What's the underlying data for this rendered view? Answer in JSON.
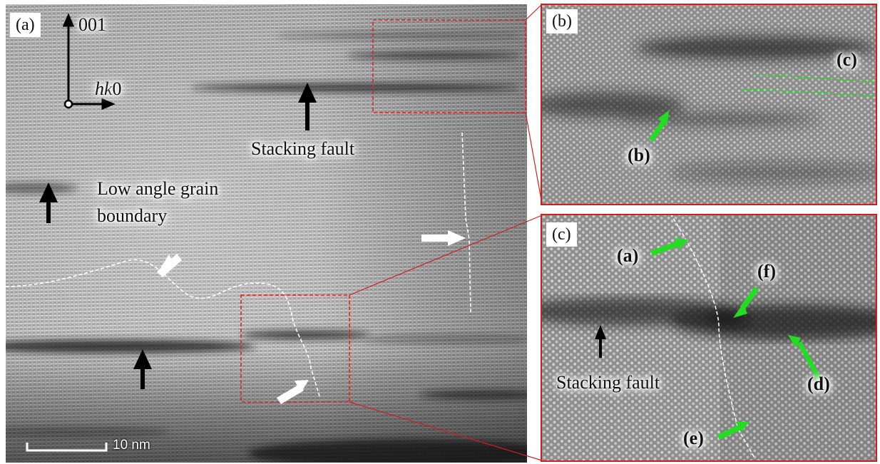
{
  "panels": {
    "a": {
      "tag": "(a)",
      "axis_vertical_label": "001",
      "axis_horizontal_label_italic": "hk",
      "axis_horizontal_label_plain": "0",
      "stacking_fault_label": "Stacking fault",
      "lagb_label_line1": "Low angle grain",
      "lagb_label_line2": "boundary",
      "scale_bar_label": "10 nm"
    },
    "b": {
      "tag": "(b)",
      "marker_b": "(b)",
      "marker_c": "(c)"
    },
    "c": {
      "tag": "(c)",
      "marker_a": "(a)",
      "marker_f": "(f)",
      "marker_d": "(d)",
      "marker_e": "(e)",
      "stacking_fault_label": "Stacking fault"
    }
  },
  "colors": {
    "frame_red": "#cc2020",
    "marker_green": "#22dd22",
    "boundary_dashed": "#ffffff"
  }
}
